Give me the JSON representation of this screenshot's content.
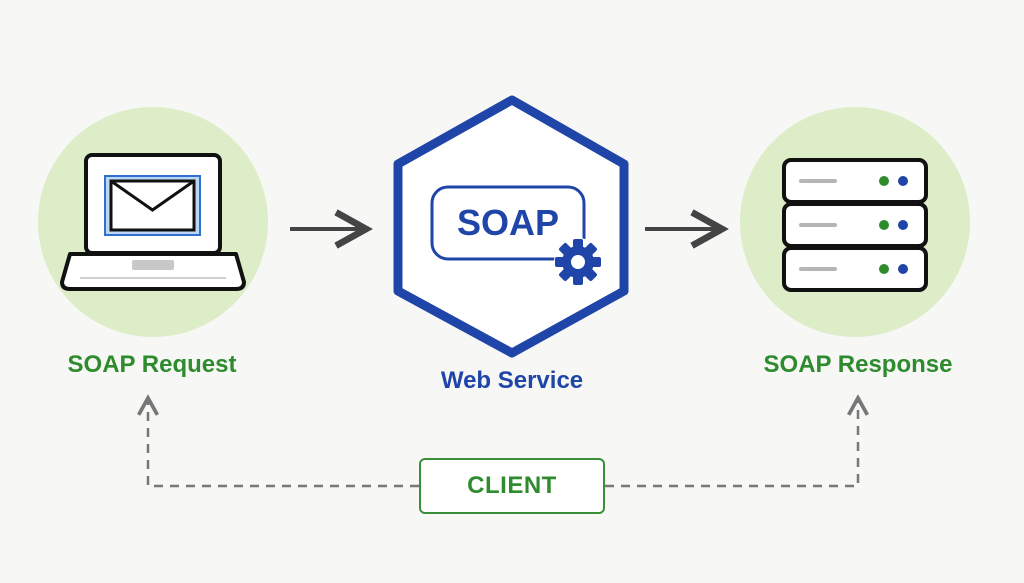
{
  "nodes": {
    "request_label": "SOAP Request",
    "web_service_label": "Web Service",
    "response_label": "SOAP Response",
    "soap_badge": "SOAP",
    "client_label": "CLIENT"
  },
  "icons": {
    "request": "laptop-envelope-icon",
    "service": "gear-icon",
    "response": "server-rack-icon"
  },
  "colors": {
    "green": "#2e8b2e",
    "blue": "#1f45a8",
    "circle_fill": "#dcedc8",
    "arrow": "#444444"
  }
}
